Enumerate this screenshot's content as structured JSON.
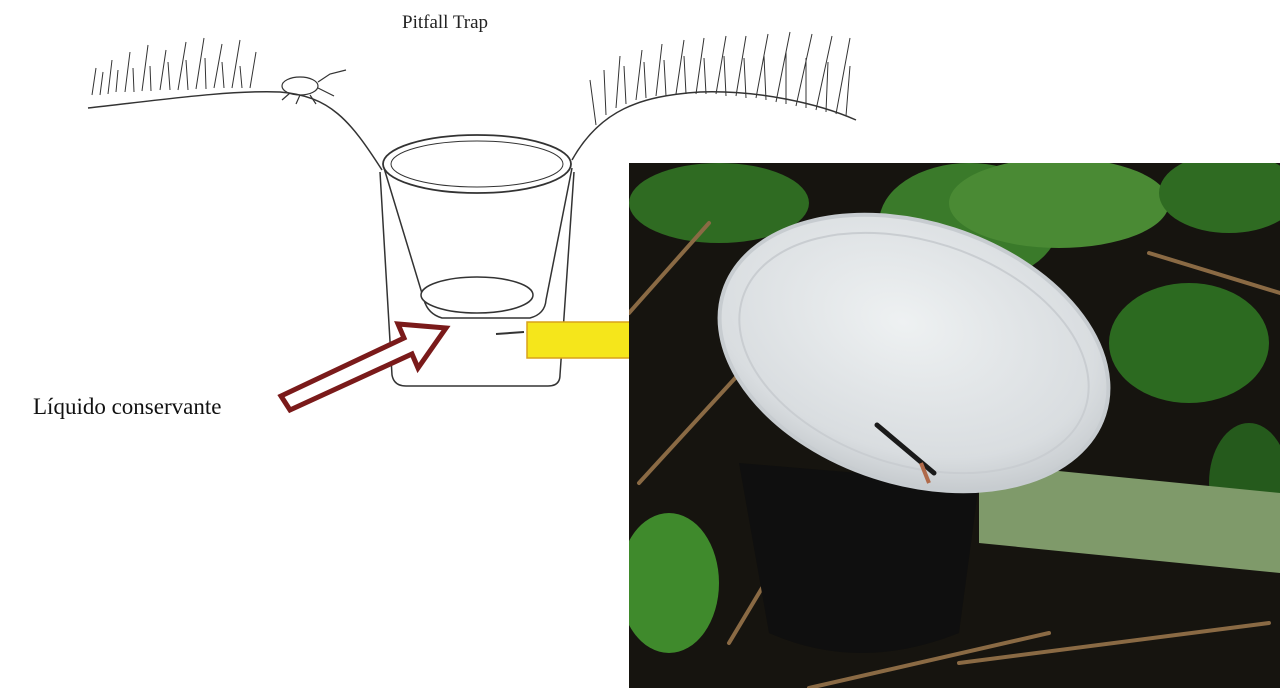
{
  "diagram": {
    "title": "Pitfall Trap",
    "label_liquid": "Líquido conservante"
  },
  "photo": {
    "subject": "pitfall-trap-photo",
    "colors": {
      "foliage": "#2f6b22",
      "soil": "#16140f",
      "lid": "#d9dde0",
      "cup": "#0f0f0f"
    }
  },
  "arrows": {
    "outline_arrow_color": "#7a1a1a",
    "yellow_arrow_color": "#f5e61b",
    "yellow_arrow_stroke": "#d9a21a"
  },
  "icons": [
    "beetle-icon",
    "grass-icon"
  ]
}
